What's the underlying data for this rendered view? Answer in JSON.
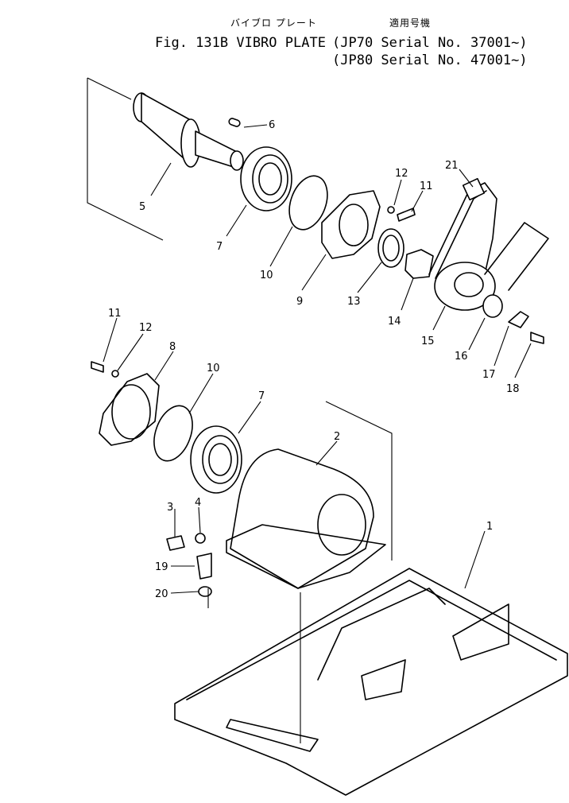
{
  "header": {
    "title_jp": "バイブロ プレート",
    "applicable_jp": "適用号機",
    "title": "Fig. 131B  VIBRO PLATE",
    "serials": [
      "(JP70 Serial No. 37001~)",
      "(JP80 Serial No. 47001~)"
    ]
  },
  "callouts": [
    "1",
    "2",
    "3",
    "4",
    "5",
    "6",
    "7",
    "7",
    "8",
    "9",
    "10",
    "10",
    "11",
    "11",
    "12",
    "12",
    "13",
    "14",
    "15",
    "16",
    "17",
    "18",
    "19",
    "20",
    "21"
  ]
}
